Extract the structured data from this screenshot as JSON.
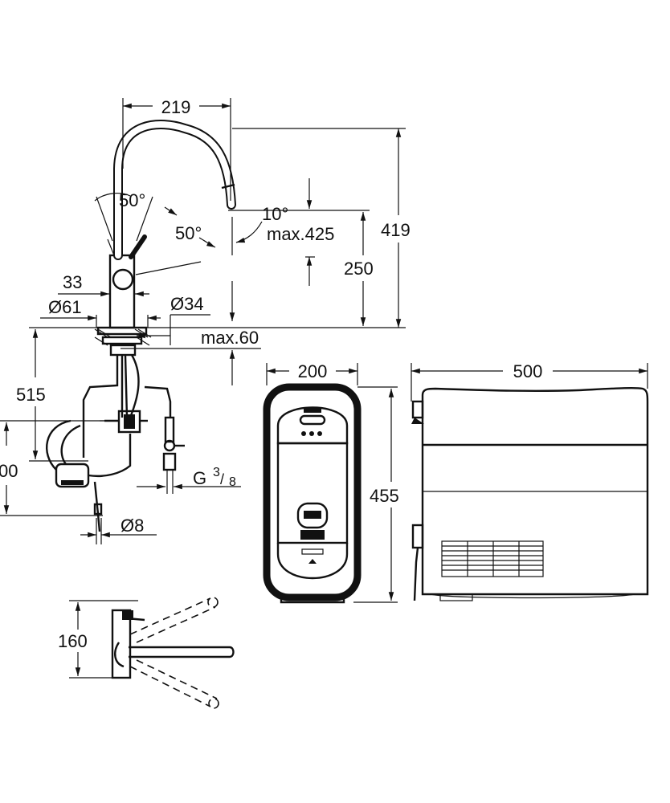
{
  "faucet": {
    "width_219": "219",
    "angle_left": "50°",
    "angle_right": "50°",
    "angle_spout": "10°",
    "max_425": "max.425",
    "height_419": "419",
    "height_250": "250",
    "dim_33": "33",
    "dia_61": "Ø61",
    "dia_34": "Ø34",
    "max_60": "max.60",
    "len_515": "515",
    "len_00": "00",
    "thread_g": "G",
    "thread_num": "3",
    "thread_den": "8",
    "dia_8": "Ø8"
  },
  "unit_front": {
    "width_200": "200",
    "height_455": "455"
  },
  "unit_side": {
    "depth_500": "500"
  },
  "top_view": {
    "dim_160": "160"
  },
  "colors": {
    "line": "#111111",
    "background": "#ffffff"
  }
}
